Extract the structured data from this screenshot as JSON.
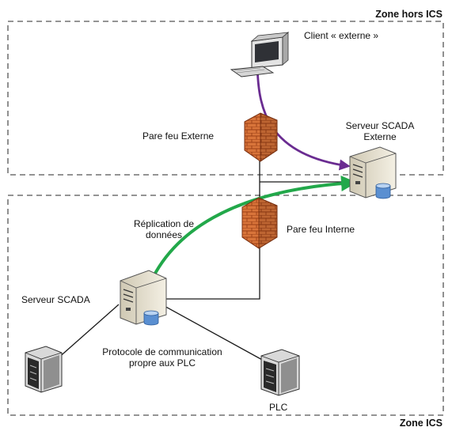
{
  "zones": {
    "outer_title": "Zone hors ICS",
    "inner_title": "Zone ICS"
  },
  "nodes": {
    "client": "Client « externe »",
    "firewall_external": "Pare feu Externe",
    "scada_external_line1": "Serveur SCADA",
    "scada_external_line2": "Externe",
    "firewall_internal": "Pare feu Interne",
    "replication_line1": "Réplication de",
    "replication_line2": "données",
    "scada_server": "Serveur SCADA",
    "protocol_line1": "Protocole de communication",
    "protocol_line2": "propre aux PLC",
    "plc": "PLC"
  },
  "colors": {
    "zone_border": "#555555",
    "connection": "#1a1a1a",
    "flow_external": "#6a2c91",
    "flow_replication": "#22a84a",
    "firewall_brick": "#d8743a",
    "server_body": "#e9e3d2",
    "database": "#5a8fd1"
  },
  "icons": [
    "computer-icon",
    "firewall-icon",
    "server-icon",
    "database-icon",
    "plc-icon"
  ]
}
